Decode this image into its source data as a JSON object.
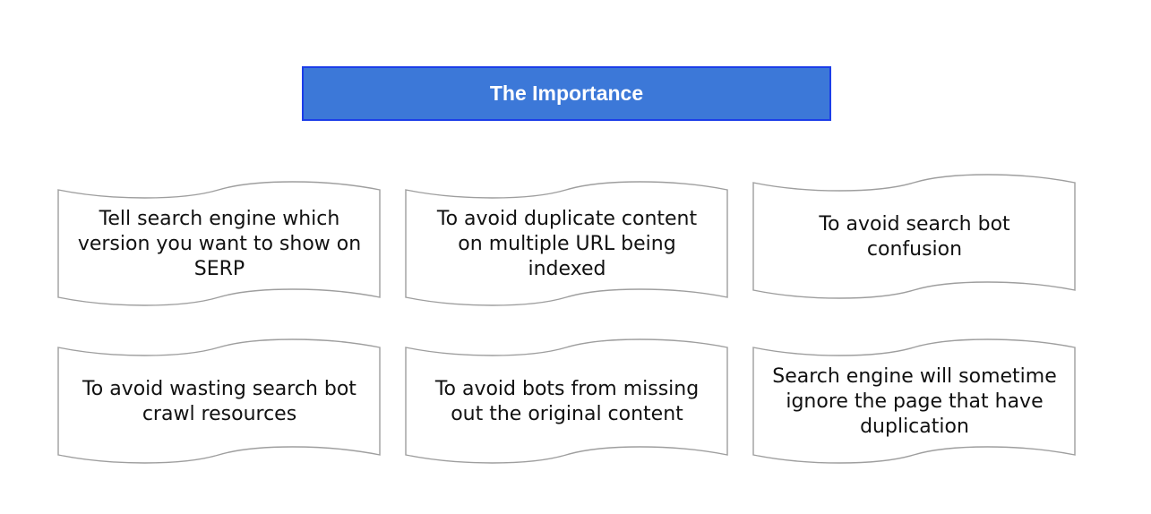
{
  "title": "The Importance",
  "colors": {
    "title_fill": "#3c78d8",
    "title_border": "#1c3de8",
    "card_stroke": "#9e9e9e"
  },
  "cards": [
    {
      "text": "Tell search engine which version you want to show on SERP"
    },
    {
      "text": "To avoid duplicate content on multiple URL being indexed"
    },
    {
      "text": "To avoid search bot confusion"
    },
    {
      "text": "To avoid wasting search bot crawl resources"
    },
    {
      "text": "To avoid bots from missing out the original content"
    },
    {
      "text": "Search engine will sometime ignore the page that have duplication"
    }
  ]
}
